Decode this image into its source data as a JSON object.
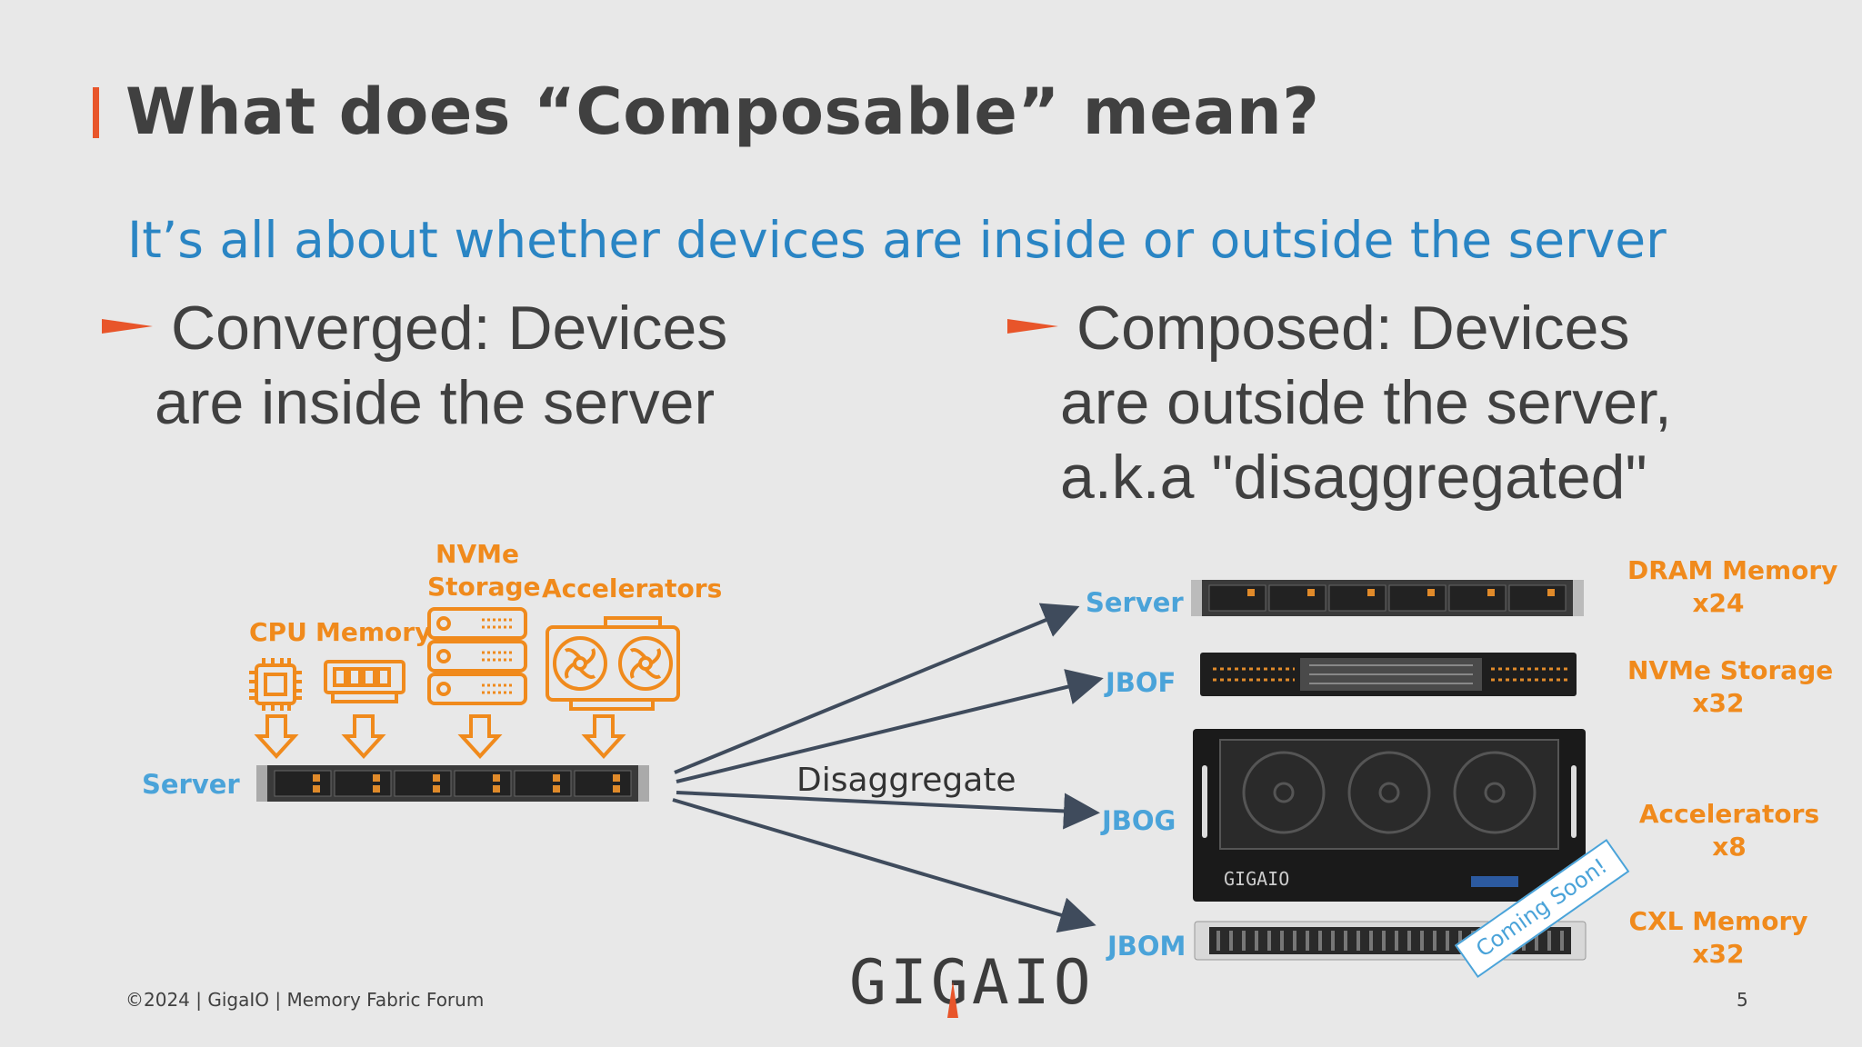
{
  "slide": {
    "title": "What does “Composable” mean?",
    "subtitle": "It’s all about whether devices are inside or outside the server",
    "left_bullet": {
      "line1": "Converged: Devices",
      "line2": "are inside the server"
    },
    "right_bullet": {
      "line1": "Composed: Devices",
      "line2": "are outside the server,",
      "line3": "a.k.a \"disaggregated\""
    }
  },
  "diagram_left": {
    "cpu": "CPU",
    "memory": "Memory",
    "nvme_line1": "NVMe",
    "nvme_line2": "Storage",
    "accelerators": "Accelerators",
    "server": "Server"
  },
  "arrow_label": "Disaggregate",
  "diagram_right": {
    "targets": [
      "Server",
      "JBOF",
      "JBOG",
      "JBOM"
    ],
    "specs": [
      {
        "line1": "DRAM Memory",
        "line2": "x24"
      },
      {
        "line1": "NVMe Storage",
        "line2": "x32"
      },
      {
        "line1": "Accelerators",
        "line2": "x8"
      },
      {
        "line1": "CXL Memory",
        "line2": "x32"
      }
    ],
    "coming_soon": "Coming Soon!",
    "chassis_brand": "GIGAIO"
  },
  "footer": {
    "text": "©2024 | GigaIO | Memory Fabric Forum",
    "logo": "GIGAIO",
    "page": "5"
  },
  "colors": {
    "accent": "#e8552a",
    "blue": "#2a85c4",
    "orange": "#f08a1c",
    "text": "#404040"
  }
}
